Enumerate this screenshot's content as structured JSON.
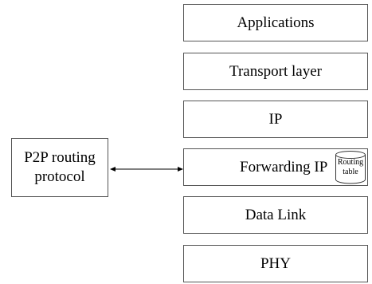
{
  "stack": {
    "layers": [
      {
        "label": "Applications"
      },
      {
        "label": "Transport layer"
      },
      {
        "label": "IP"
      },
      {
        "label": "Forwarding IP"
      },
      {
        "label": "Data Link"
      },
      {
        "label": "PHY"
      }
    ]
  },
  "routing_table": {
    "line1": "Routing",
    "line2": "table",
    "icon": "database-cylinder-icon"
  },
  "p2p": {
    "line1": "P2P routing",
    "line2": "protocol"
  },
  "connector": {
    "style": "double-headed-arrow",
    "color": "#000000"
  }
}
